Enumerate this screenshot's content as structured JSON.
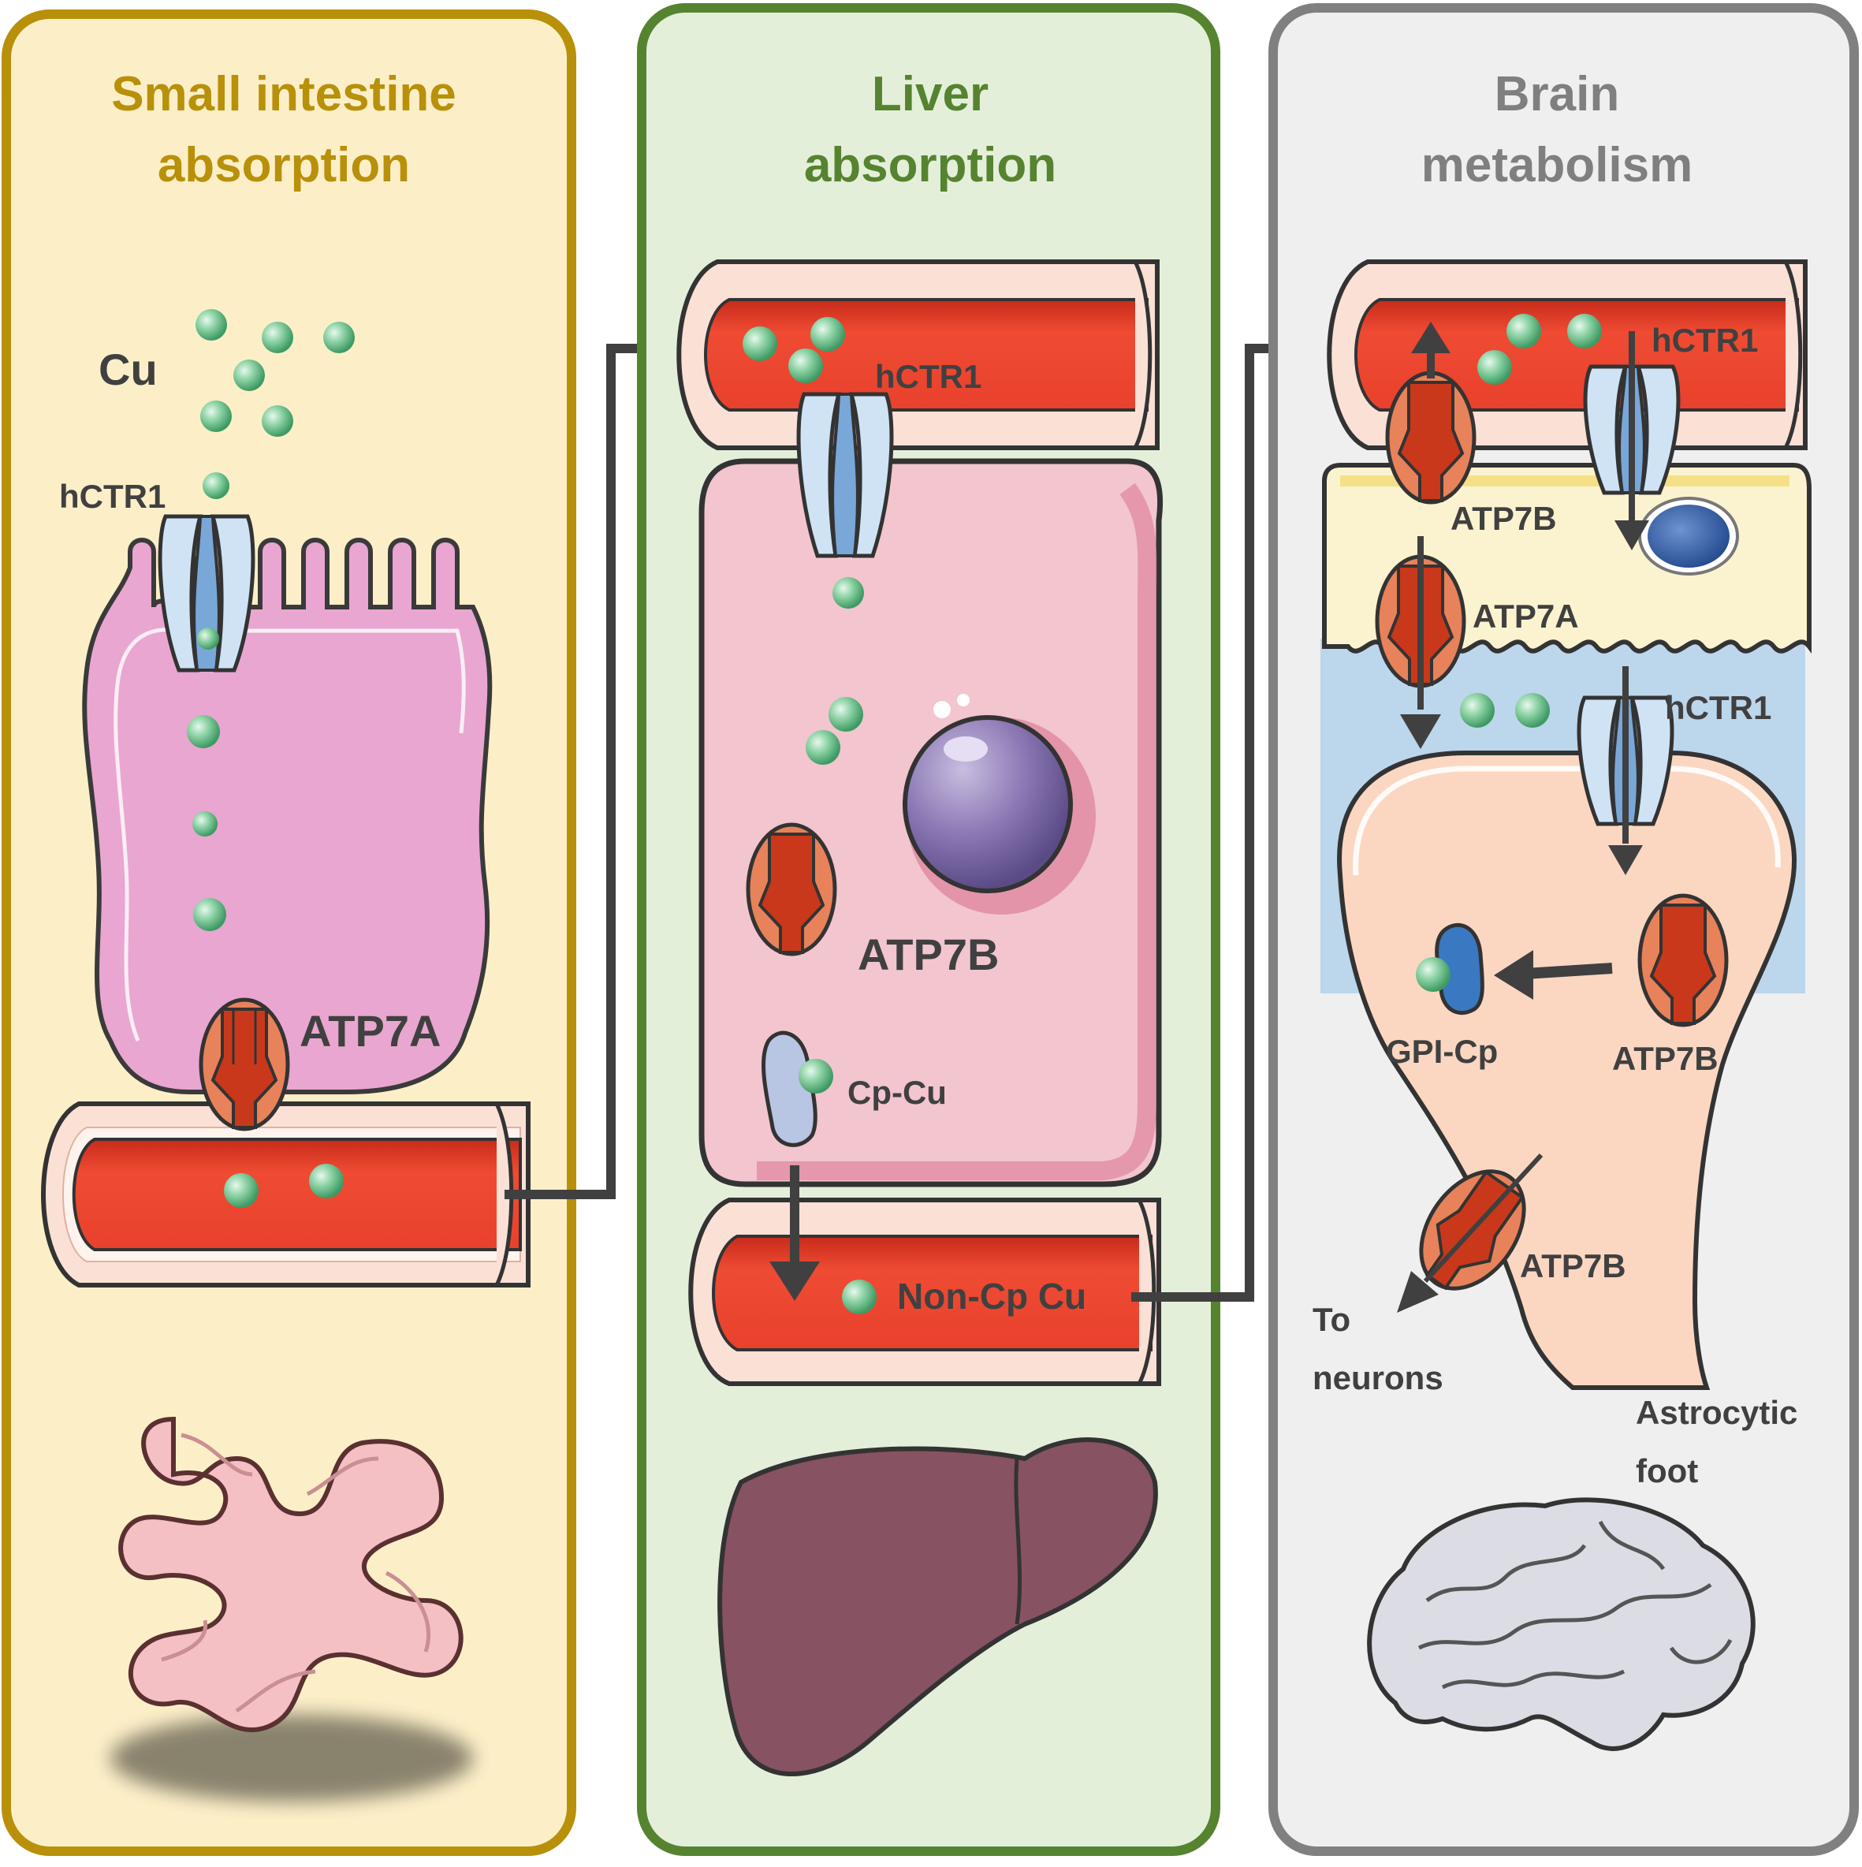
{
  "panels": {
    "intestine": {
      "title_line1": "Small intestine",
      "title_line2": "absorption",
      "label_cu": "Cu",
      "label_hctr1": "hCTR1",
      "label_atp7a": "ATP7A"
    },
    "liver": {
      "title_line1": "Liver",
      "title_line2": "absorption",
      "label_hctr1": "hCTR1",
      "label_atp7b": "ATP7B",
      "label_cpcu": "Cp-Cu",
      "label_noncpcu": "Non-Cp Cu"
    },
    "brain": {
      "title_line1": "Brain",
      "title_line2": "metabolism",
      "label_hctr1_top": "hCTR1",
      "label_atp7b_top": "ATP7B",
      "label_atp7a": "ATP7A",
      "label_hctr1_mid": "hCTR1",
      "label_gpicp": "GPI-Cp",
      "label_atp7b_mid": "ATP7B",
      "label_atp7b_low": "ATP7B",
      "label_to": "To",
      "label_neurons": "neurons",
      "label_astro1": "Astrocytic",
      "label_astro2": "foot"
    }
  },
  "colors": {
    "intestine_border": "#b8900a",
    "intestine_bg": "#fcefc8",
    "intestine_title": "#b8900a",
    "liver_border": "#56832f",
    "liver_bg": "#e4efda",
    "liver_title": "#56832f",
    "brain_border": "#808080",
    "brain_bg": "#efefef",
    "brain_title": "#7f7f7f",
    "vessel_red": "#e8412d",
    "copper_green": "#8fd3a6",
    "atp_orange": "#e8825a",
    "atp_dark": "#b52a12"
  }
}
